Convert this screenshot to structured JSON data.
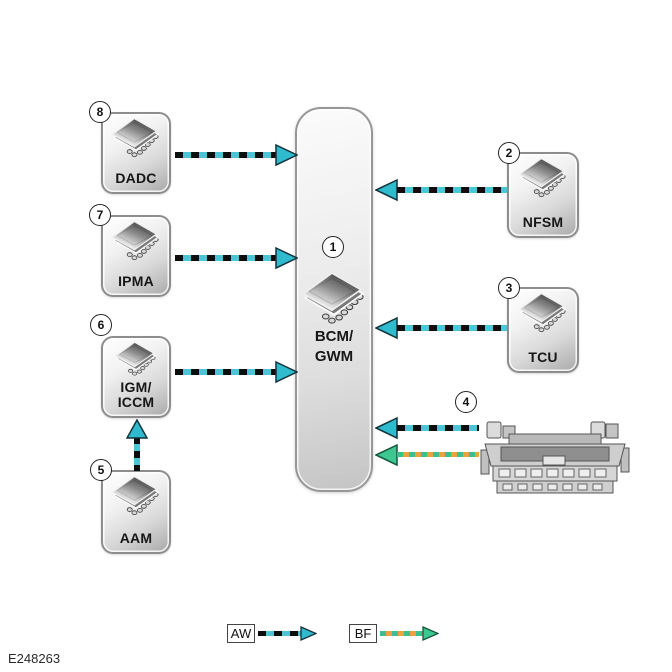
{
  "figure_label": "E248263",
  "center_module": {
    "badge": "1",
    "name_line1": "BCM/",
    "name_line2": "GWM"
  },
  "left_modules": [
    {
      "badge": "8",
      "name_line1": "DADC"
    },
    {
      "badge": "7",
      "name_line1": "IPMA"
    },
    {
      "badge": "6",
      "name_line1": "IGM/",
      "name_line2": "ICCM"
    },
    {
      "badge": "5",
      "name_line1": "AAM"
    }
  ],
  "right_modules": [
    {
      "badge": "2",
      "name_line1": "NFSM"
    },
    {
      "badge": "3",
      "name_line1": "TCU"
    }
  ],
  "connector": {
    "badge": "4"
  },
  "legend": {
    "aw_label": "AW",
    "bf_label": "BF"
  },
  "colors": {
    "aw_line": "#4AC6D6",
    "aw_dash": "#0d0d0d",
    "aw_head": "#2FBACD",
    "bf_line": "#E9A43C",
    "bf_dash": "#3CBE8E",
    "bf_head": "#3CC890",
    "module_border": "#8d8d8d"
  }
}
